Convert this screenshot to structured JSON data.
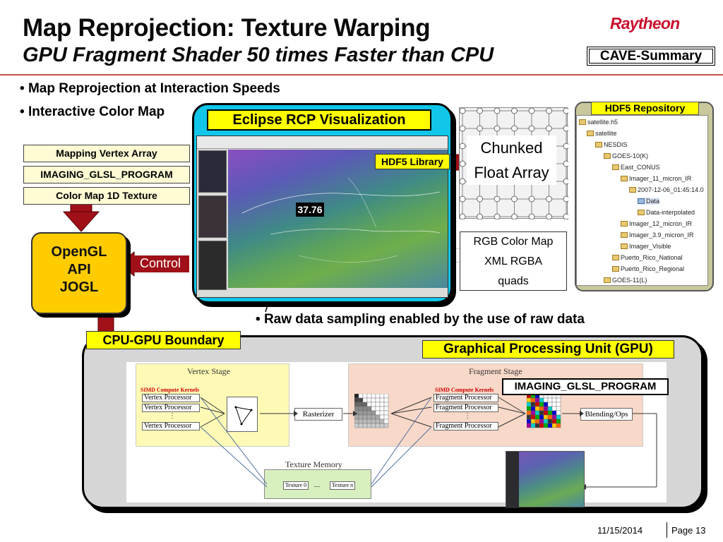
{
  "slide": {
    "title_line1": "Map Reprojection: Texture Warping",
    "title_line2": "GPU Fragment Shader 50 times Faster than CPU",
    "logo_text": "Raytheon",
    "cave_label": "CAVE-Summary",
    "bullets": [
      "Map Reprojection at Interaction Speeds",
      "Interactive Color Map"
    ],
    "bullet_char": "•"
  },
  "eclipse": {
    "title": "Eclipse RCP Visualization",
    "readout_value": "37.76"
  },
  "tabs": [
    "Mapping Vertex Array",
    "IMAGING_GLSL_PROGRAM",
    "Color Map 1D Texture"
  ],
  "opengl_box": {
    "line1": "OpenGL",
    "line2": "API",
    "line3": "JOGL"
  },
  "control_label": "Control",
  "chunked": {
    "line1": "Chunked",
    "line2": "Float Array"
  },
  "hdf5_library_label": "HDF5 Library",
  "rgb_box": {
    "line1": "RGB Color Map",
    "line2": "XML RGBA",
    "line3": "quads"
  },
  "repository": {
    "title": "HDF5 Repository",
    "tree": [
      "satellite.h5",
      "satellite",
      "NESDIS",
      "GOES-10(K)",
      "East_CONUS",
      "Imager_11_micron_IR",
      "2007-12-06_01:45:14.0",
      "Data",
      "Data-interpolated",
      "Imager_12_micron_IR",
      "Imager_3.9_micron_IR",
      "Imager_Visible",
      "Puerto_Rico_National",
      "Puerto_Rico_Regional",
      "GOES-11(L)"
    ]
  },
  "raw_data_note": "Raw data sampling enabled by the use of raw data",
  "boundary_label": "CPU-GPU Boundary",
  "gpu": {
    "title": "Graphical Processing Unit (GPU)",
    "vertex_stage": "Vertex Stage",
    "fragment_stage": "Fragment Stage",
    "simd_label": "SIMD Compute Kernels",
    "vertex_processors": [
      "Vertex Processor",
      "Vertex Processor",
      "Vertex Processor"
    ],
    "fragment_processors": [
      "Fragment Processor",
      "Fragment Processor",
      "Fragment Processor"
    ],
    "rasterizer": "Rasterizer",
    "blending": "Blending/Ops",
    "texture_memory": "Texture Memory",
    "texture_0": "Texture 0",
    "texture_n": "Texture n",
    "texture_ellipsis": "...",
    "glsl_label": "IMAGING_GLSL_PROGRAM"
  },
  "footer": {
    "date": "11/15/2014",
    "page": "Page 13"
  },
  "colors": {
    "accent_red": "#a01018",
    "highlight_yellow": "#ffff00",
    "eclipse_cyan": "#11c6e8",
    "opengl_gold": "#ffcc00",
    "brand_red": "#c8102e",
    "colormap": [
      "#000000",
      "#2020e0",
      "#00a0ff",
      "#008000",
      "#40e040",
      "#ffff00",
      "#ff8000",
      "#ff2020",
      "#e000e0",
      "#ffffff"
    ]
  }
}
